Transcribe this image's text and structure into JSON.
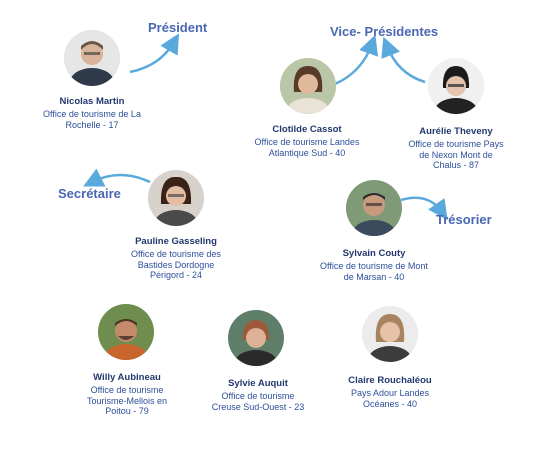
{
  "roles": {
    "president": "Président",
    "vice": "Vice- Présidentes",
    "secretary": "Secrétaire",
    "treasurer": "Trésorier"
  },
  "members": [
    {
      "name": "Nicolas Martin",
      "org": [
        "Office de tourisme de La",
        "Rochelle - 17"
      ]
    },
    {
      "name": "Clotilde Cassot",
      "org": [
        "Office de tourisme Landes",
        "Atlantique Sud - 40"
      ]
    },
    {
      "name": "Aurélie Theveny",
      "org": [
        "Office de tourisme  Pays",
        "de Nexon Mont de",
        "Chalus - 87"
      ]
    },
    {
      "name": "Pauline Gasseling",
      "org": [
        "Office de tourisme des",
        "Bastides  Dordogne",
        "Périgord - 24"
      ]
    },
    {
      "name": "Sylvain Couty",
      "org": [
        "Office de tourisme de Mont",
        "de Marsan - 40"
      ]
    },
    {
      "name": "Willy Aubineau",
      "org": [
        "Office de tourisme",
        "Tourisme-Mellois en",
        "Poitou - 79"
      ]
    },
    {
      "name": "Sylvie Auquit",
      "org": [
        "Office de tourisme",
        "Creuse Sud-Ouest - 23"
      ]
    },
    {
      "name": "Claire Rouchaléou",
      "org": [
        "Pays Adour Landes",
        "Océanes - 40"
      ]
    }
  ],
  "colors": {
    "arrow": "#5aa9dc",
    "role": "#4a67b3",
    "name": "#23386e",
    "org": "#2d4f9a"
  }
}
